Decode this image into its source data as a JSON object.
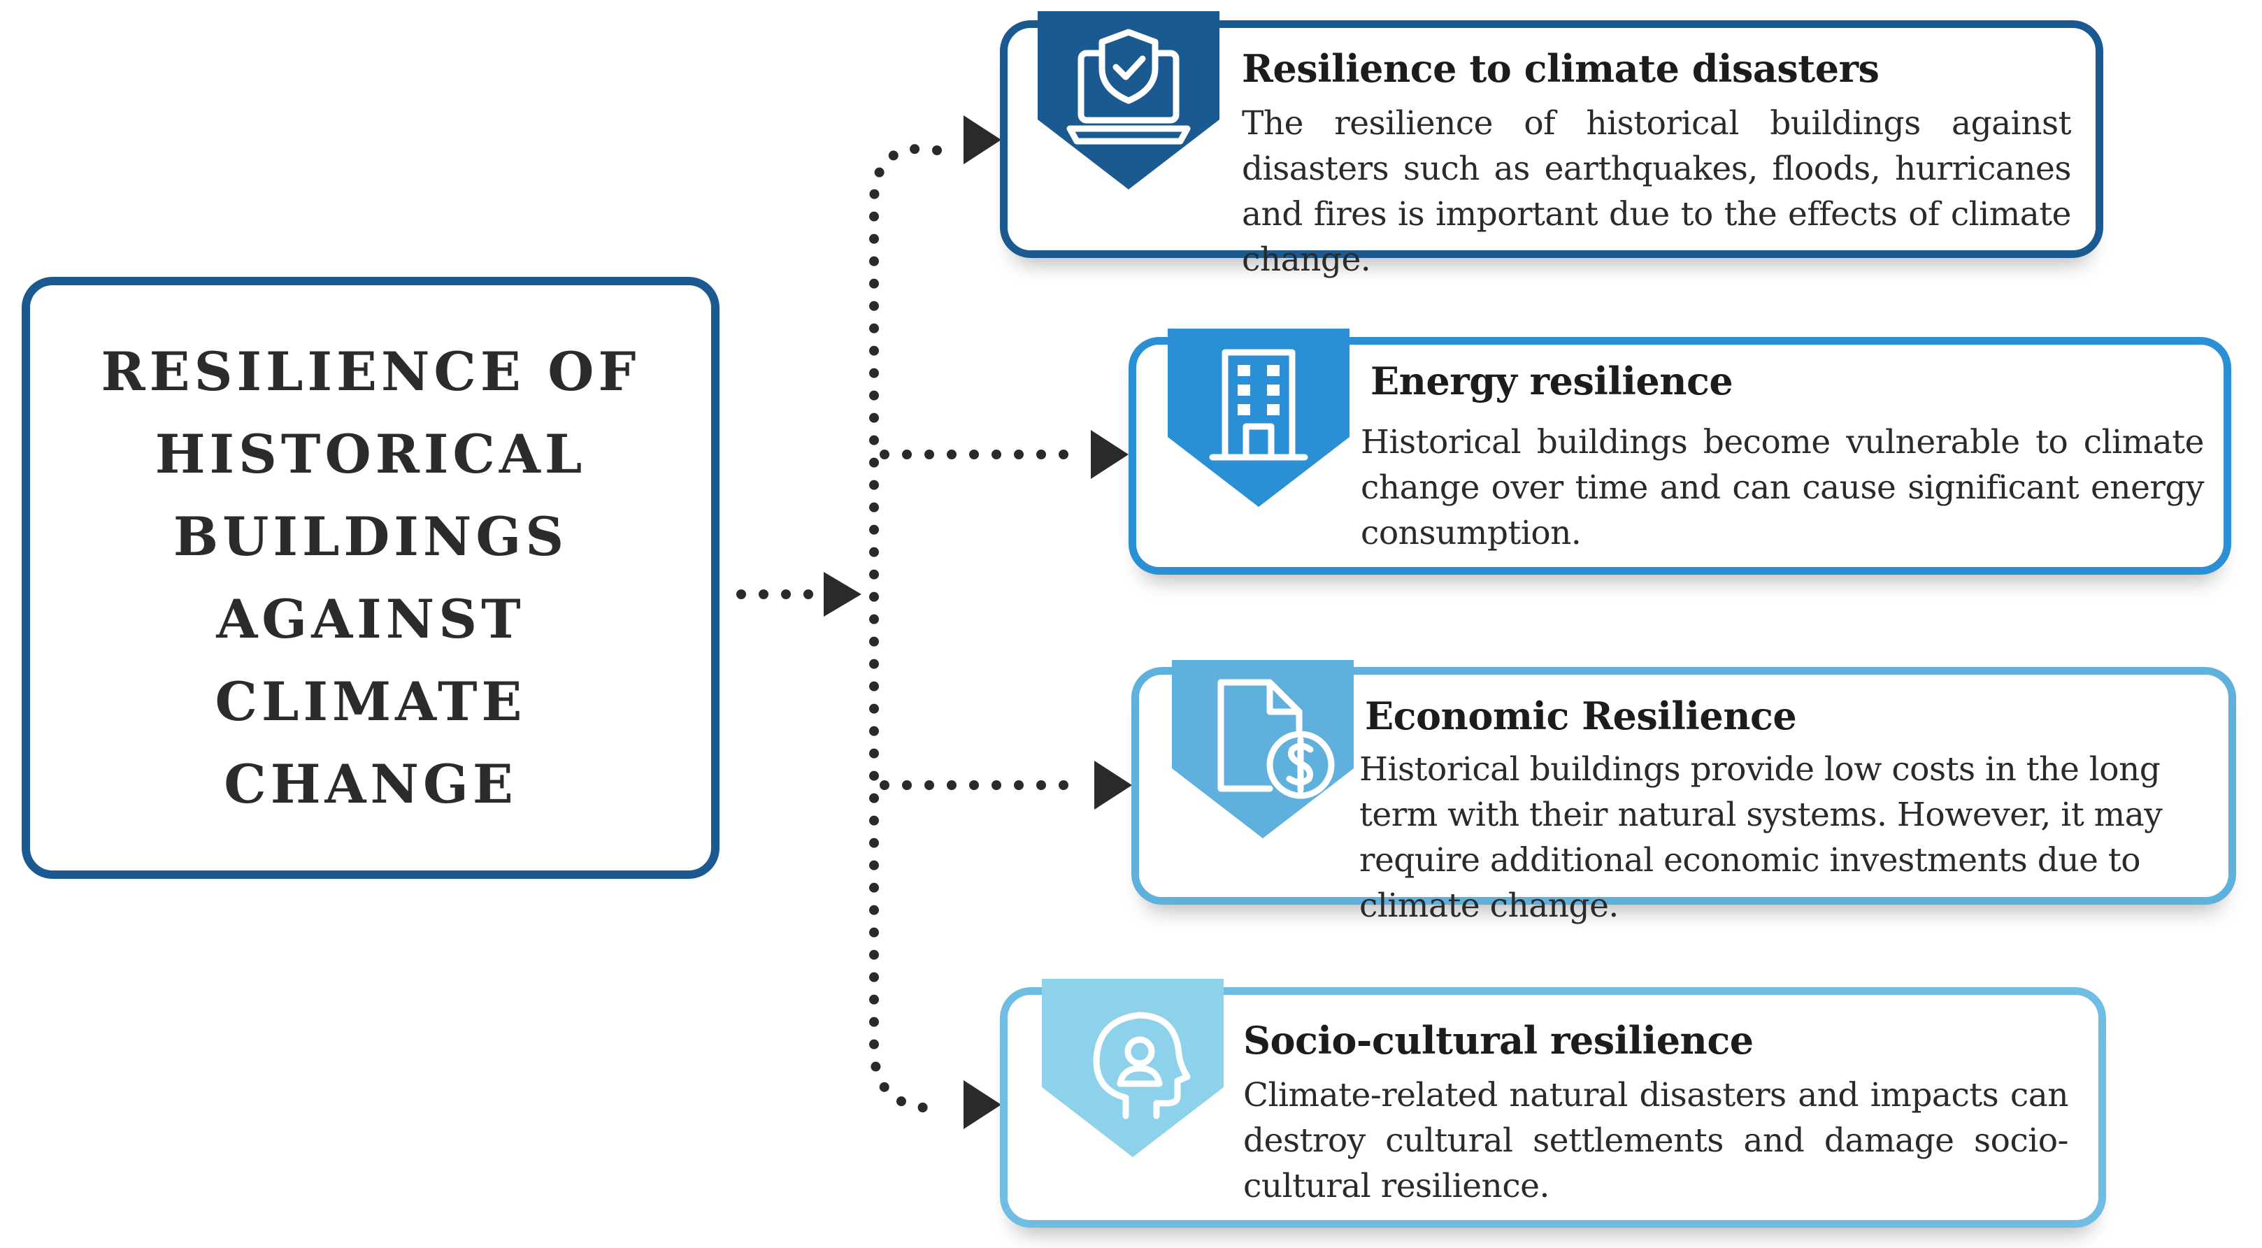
{
  "main_title_lines": [
    "RESILIENCE OF",
    "HISTORICAL",
    "BUILDINGS",
    "AGAINST",
    "CLIMATE",
    "CHANGE"
  ],
  "colors": {
    "main_border": "#1b5a90",
    "card1": "#1b5a90",
    "card2": "#2b8fd6",
    "card3": "#5fb0dc",
    "card4": "#8ed1ea",
    "connector": "#2a2a2a"
  },
  "cards": [
    {
      "title": "Resilience to climate disasters",
      "description": "The resilience of historical buildings against disasters such as earthquakes, floods, hurricanes and fires is important due to the effects of climate change.",
      "icon": "shield-laptop-icon"
    },
    {
      "title": "Energy resilience",
      "description": "Historical buildings become vulnerable to climate change over time and can cause significant energy consumption.",
      "icon": "building-icon"
    },
    {
      "title": "Economic Resilience",
      "description": "Historical buildings provide low costs in the long term with their natural systems. However, it may require additional economic investments due to climate change.",
      "icon": "document-dollar-icon"
    },
    {
      "title": "Socio-cultural resilience",
      "description": "Climate-related natural disasters and impacts can destroy cultural settlements and damage socio-cultural resilience.",
      "icon": "head-person-icon"
    }
  ]
}
